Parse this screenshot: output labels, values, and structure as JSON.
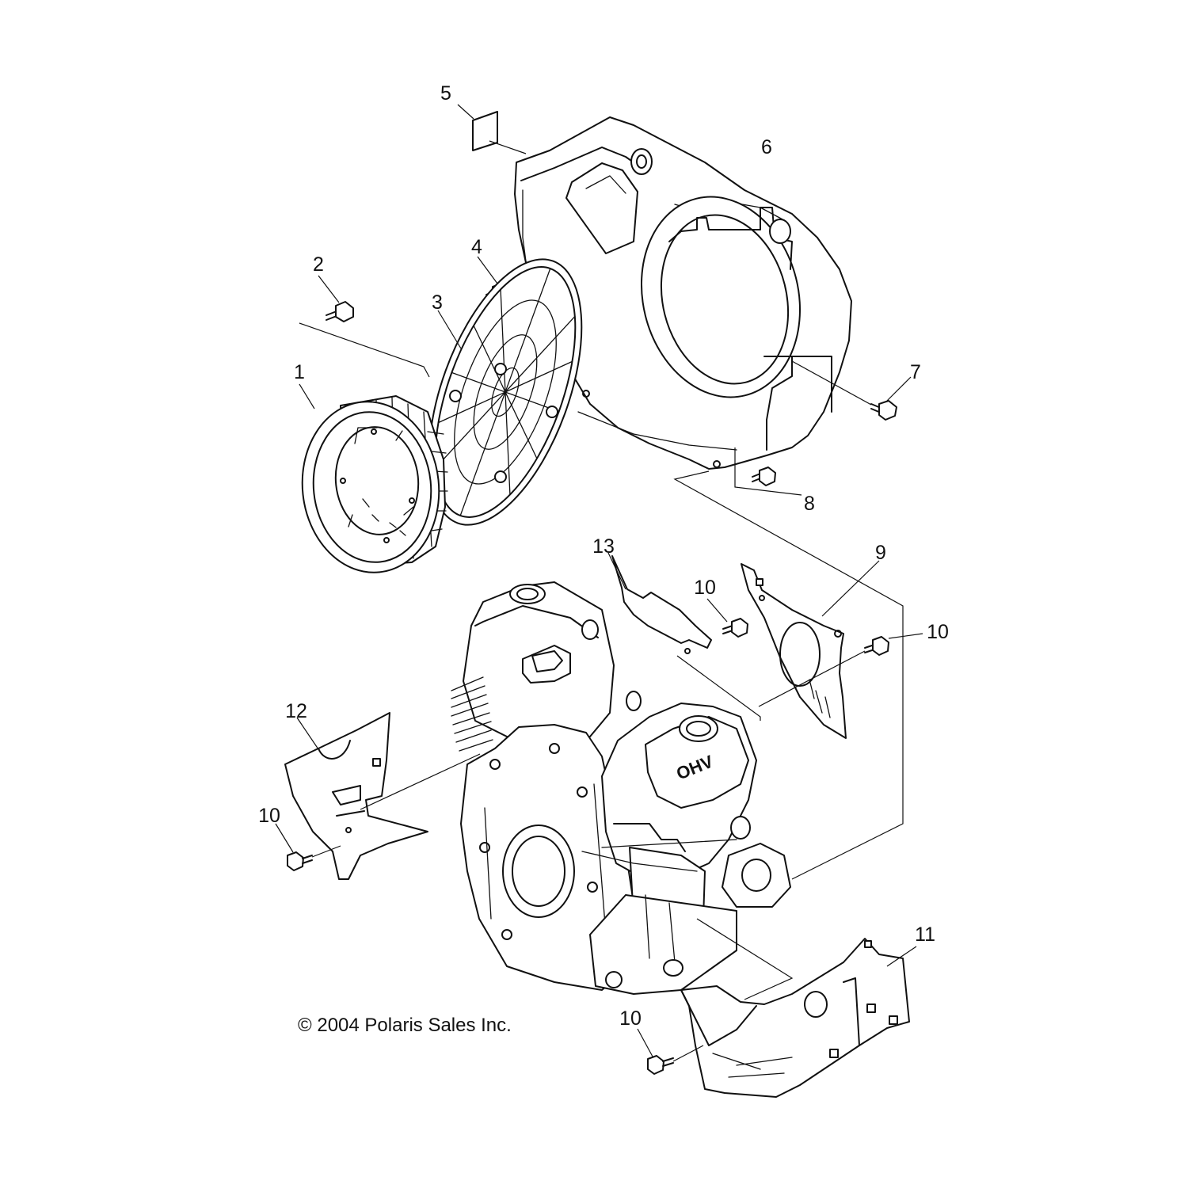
{
  "diagram": {
    "callouts": [
      {
        "id": "1",
        "text": "1"
      },
      {
        "id": "2",
        "text": "2"
      },
      {
        "id": "3",
        "text": "3"
      },
      {
        "id": "4",
        "text": "4"
      },
      {
        "id": "5",
        "text": "5"
      },
      {
        "id": "6",
        "text": "6"
      },
      {
        "id": "7",
        "text": "7"
      },
      {
        "id": "8",
        "text": "8"
      },
      {
        "id": "9",
        "text": "9"
      },
      {
        "id": "10a",
        "text": "10"
      },
      {
        "id": "10b",
        "text": "10"
      },
      {
        "id": "10c",
        "text": "10"
      },
      {
        "id": "10d",
        "text": "10"
      },
      {
        "id": "11",
        "text": "11"
      },
      {
        "id": "12",
        "text": "12"
      },
      {
        "id": "13",
        "text": "13"
      }
    ],
    "engine_marking": "OHV",
    "copyright": "© 2004 Polaris Sales Inc."
  }
}
